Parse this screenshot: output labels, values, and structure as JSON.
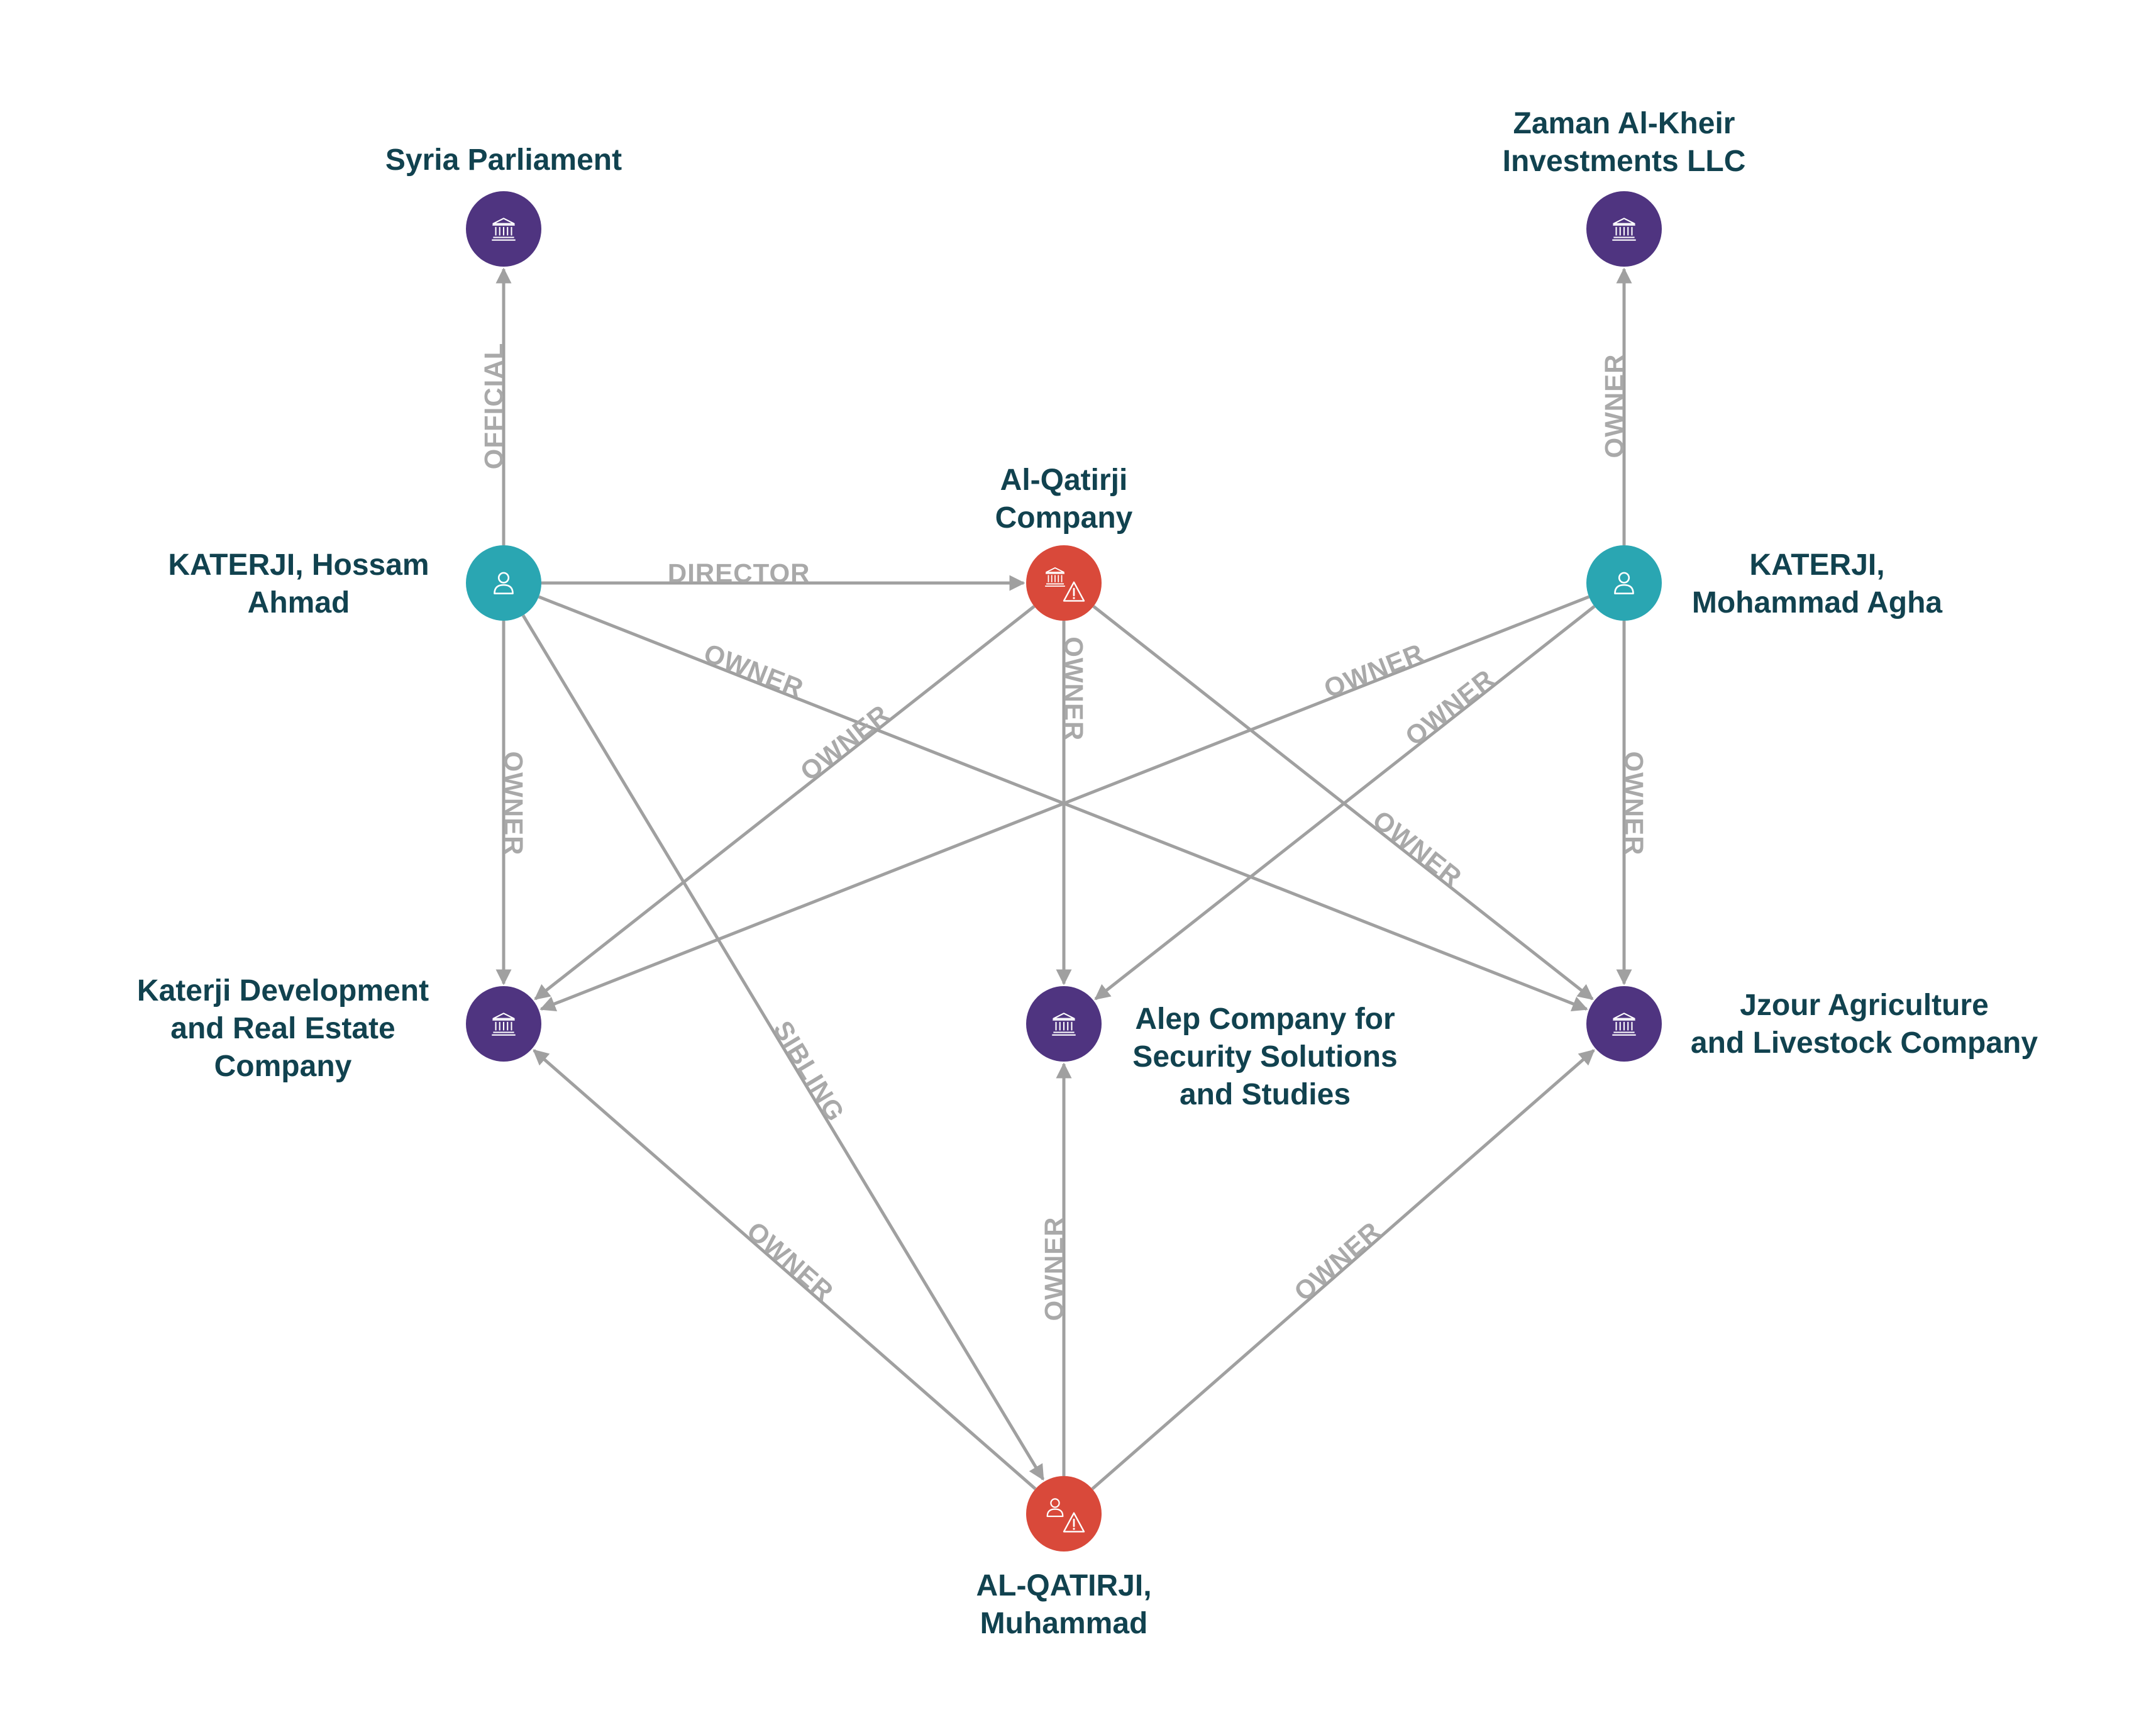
{
  "colors": {
    "organization": "#4f3480",
    "person": "#2aa6b2",
    "sanctioned": "#d9493a",
    "edge": "#a0a0a0",
    "edge_label": "#a9a9a9",
    "node_label": "#11424f"
  },
  "nodes": [
    {
      "id": "syria-parliament",
      "type": "organization",
      "icon": "institution-icon",
      "label": [
        "Syria Parliament"
      ]
    },
    {
      "id": "zaman-al-kheir",
      "type": "organization",
      "icon": "institution-icon",
      "label": [
        "Zaman Al-Kheir",
        "Investments LLC"
      ]
    },
    {
      "id": "hossam-katerji",
      "type": "person",
      "icon": "person-icon",
      "label": [
        "KATERJI, Hossam",
        "Ahmad"
      ]
    },
    {
      "id": "al-qatirji-company",
      "type": "sanctioned-organization",
      "icon": "institution-warning-icon",
      "label": [
        "Al-Qatirji",
        "Company"
      ]
    },
    {
      "id": "mohammad-katerji",
      "type": "person",
      "icon": "person-icon",
      "label": [
        "KATERJI,",
        "Mohammad Agha"
      ]
    },
    {
      "id": "katerji-development",
      "type": "organization",
      "icon": "institution-icon",
      "label": [
        "Katerji Development",
        "and Real Estate",
        "Company"
      ]
    },
    {
      "id": "alep-company",
      "type": "organization",
      "icon": "institution-icon",
      "label": [
        "Alep Company for",
        "Security Solutions",
        "and Studies"
      ]
    },
    {
      "id": "jzour-agriculture",
      "type": "organization",
      "icon": "institution-icon",
      "label": [
        "Jzour Agriculture",
        "and Livestock Company"
      ]
    },
    {
      "id": "muhammad-al-qatirji",
      "type": "sanctioned-person",
      "icon": "person-warning-icon",
      "label": [
        "AL-QATIRJI,",
        "Muhammad"
      ]
    }
  ],
  "edges": [
    {
      "from": "hossam-katerji",
      "to": "syria-parliament",
      "label": "OFFICIAL"
    },
    {
      "from": "hossam-katerji",
      "to": "al-qatirji-company",
      "label": "DIRECTOR"
    },
    {
      "from": "hossam-katerji",
      "to": "jzour-agriculture",
      "label": "OWNER"
    },
    {
      "from": "hossam-katerji",
      "to": "katerji-development",
      "label": "OWNER"
    },
    {
      "from": "hossam-katerji",
      "to": "muhammad-al-qatirji",
      "label": "SIBLING"
    },
    {
      "from": "al-qatirji-company",
      "to": "katerji-development",
      "label": "OWNER"
    },
    {
      "from": "al-qatirji-company",
      "to": "alep-company",
      "label": "OWNER"
    },
    {
      "from": "al-qatirji-company",
      "to": "jzour-agriculture",
      "label": "OWNER"
    },
    {
      "from": "mohammad-katerji",
      "to": "zaman-al-kheir",
      "label": "OWNER"
    },
    {
      "from": "mohammad-katerji",
      "to": "katerji-development",
      "label": "OWNER"
    },
    {
      "from": "mohammad-katerji",
      "to": "alep-company",
      "label": "OWNER"
    },
    {
      "from": "mohammad-katerji",
      "to": "jzour-agriculture",
      "label": "OWNER"
    },
    {
      "from": "muhammad-al-qatirji",
      "to": "katerji-development",
      "label": "OWNER"
    },
    {
      "from": "muhammad-al-qatirji",
      "to": "alep-company",
      "label": "OWNER"
    },
    {
      "from": "muhammad-al-qatirji",
      "to": "jzour-agriculture",
      "label": "OWNER"
    }
  ]
}
